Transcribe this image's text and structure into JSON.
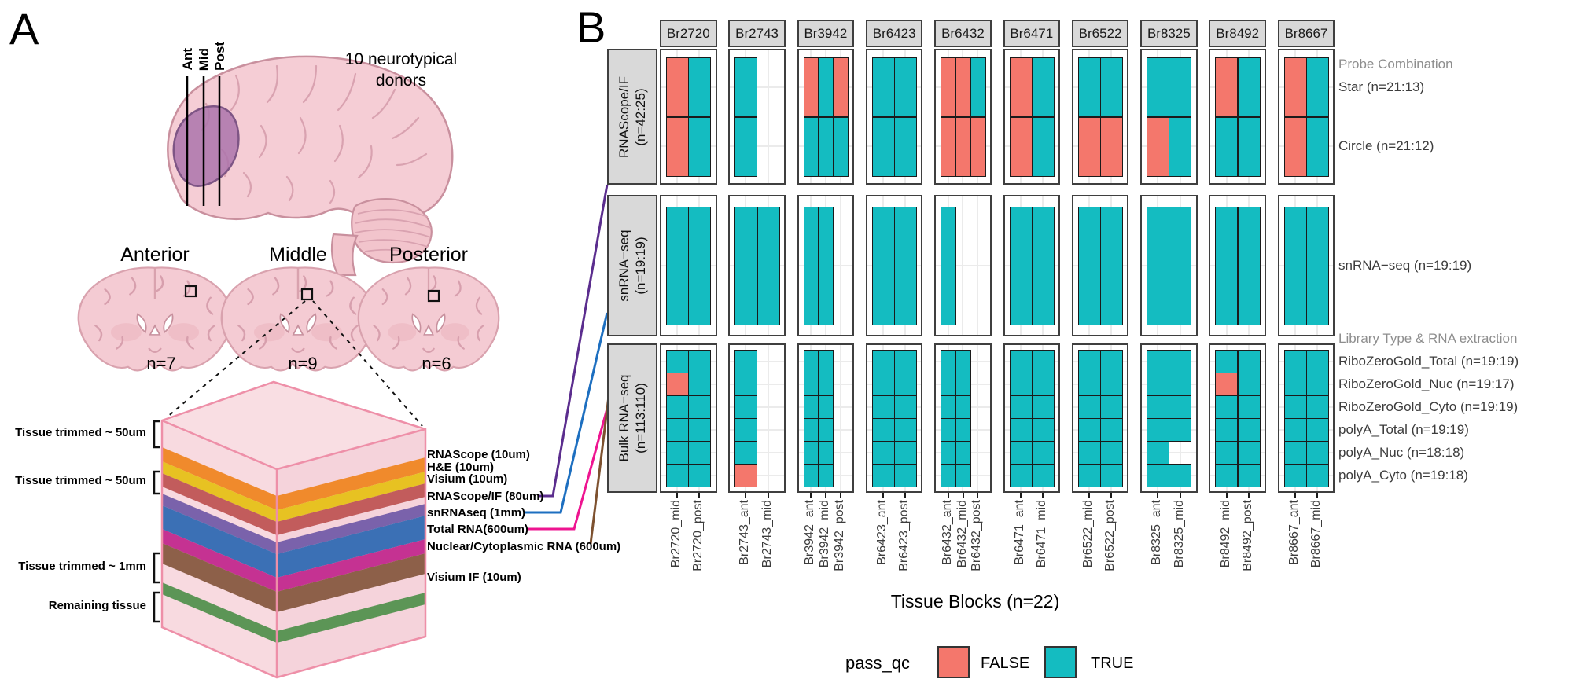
{
  "panelA": {
    "label": "A",
    "slice_markers": [
      "Ant",
      "Mid",
      "Post"
    ],
    "caption": {
      "line1": "10 neurotypical",
      "line2": "donors"
    },
    "sections": [
      {
        "title": "Anterior",
        "count": "n=7"
      },
      {
        "title": "Middle",
        "count": "n=9"
      },
      {
        "title": "Posterior",
        "count": "n=6"
      }
    ],
    "block_diagram": {
      "left_labels": [
        "Tissue trimmed ~ 50um",
        "Tissue trimmed ~ 50um",
        "Tissue trimmed ~ 1mm",
        "Remaining tissue"
      ],
      "layers": [
        {
          "name": "RNAScope (10um)",
          "color": "#F08A2C"
        },
        {
          "name": "H&E (10um)",
          "color": "#E7C222"
        },
        {
          "name": "Visium (10um)",
          "color": "#C25C5C"
        },
        {
          "name": "RNAScope/IF (80um)",
          "color": "#7A62AB"
        },
        {
          "name": "snRNAseq (1mm)",
          "color": "#3B70B5"
        },
        {
          "name": "Total RNA(600um)",
          "color": "#C53292"
        },
        {
          "name": "Nuclear/Cytoplasmic RNA (600um)",
          "color": "#8D6049"
        },
        {
          "name": "Visium IF (10um)",
          "color": "#5C9556"
        }
      ],
      "connector_colors": {
        "rnascope_if": "#5B2D8E",
        "snrnaseq": "#1D6FC0",
        "total_rna": "#EE1490",
        "nuclear_cyto": "#7D512F"
      }
    }
  },
  "panelB": {
    "label": "B",
    "colors": {
      "true_color": "#14BCC1",
      "false_color": "#F4776C"
    },
    "donors": [
      {
        "id": "Br2720",
        "blocks": [
          "Br2720_mid",
          "Br2720_post"
        ]
      },
      {
        "id": "Br2743",
        "blocks": [
          "Br2743_ant",
          "Br2743_mid"
        ]
      },
      {
        "id": "Br3942",
        "blocks": [
          "Br3942_ant",
          "Br3942_mid",
          "Br3942_post"
        ]
      },
      {
        "id": "Br6423",
        "blocks": [
          "Br6423_ant",
          "Br6423_post"
        ]
      },
      {
        "id": "Br6432",
        "blocks": [
          "Br6432_ant",
          "Br6432_mid",
          "Br6432_post"
        ]
      },
      {
        "id": "Br6471",
        "blocks": [
          "Br6471_ant",
          "Br6471_mid"
        ]
      },
      {
        "id": "Br6522",
        "blocks": [
          "Br6522_mid",
          "Br6522_post"
        ]
      },
      {
        "id": "Br8325",
        "blocks": [
          "Br8325_ant",
          "Br8325_mid"
        ]
      },
      {
        "id": "Br8492",
        "blocks": [
          "Br8492_mid",
          "Br8492_post"
        ]
      },
      {
        "id": "Br8667",
        "blocks": [
          "Br8667_ant",
          "Br8667_mid"
        ]
      }
    ],
    "facets": [
      {
        "strip": "RNAScope/IF",
        "strip_n": "(n=42:25)",
        "right_header": "Probe Combination",
        "rows": [
          {
            "label": "Star (n=21:13)",
            "values": [
              "F",
              "T",
              "T",
              null,
              "F",
              "T",
              "F",
              "T",
              "T",
              "F",
              "F",
              "T",
              "F",
              "T",
              "T",
              "T",
              "T",
              "T",
              "F",
              "T",
              "F",
              "T"
            ]
          },
          {
            "label": "Circle (n=21:12)",
            "values": [
              "F",
              "T",
              "T",
              null,
              "T",
              "T",
              "T",
              "T",
              "T",
              "F",
              "F",
              "F",
              "F",
              "T",
              "F",
              "F",
              "F",
              "T",
              "T",
              "T",
              "F",
              "T"
            ]
          }
        ]
      },
      {
        "strip": "snRNA−seq",
        "strip_n": "(n=19:19)",
        "right_header": null,
        "rows": [
          {
            "label": "snRNA−seq (n=19:19)",
            "values": [
              "T",
              "T",
              "T",
              "T",
              "T",
              "T",
              null,
              "T",
              "T",
              "T",
              null,
              null,
              "T",
              "T",
              "T",
              "T",
              "T",
              "T",
              "T",
              "T",
              "T",
              "T"
            ]
          }
        ]
      },
      {
        "strip": "Bulk RNA−seq",
        "strip_n": "(n=113:110)",
        "right_header": "Library Type & RNA extraction",
        "rows": [
          {
            "label": "RiboZeroGold_Total (n=19:19)",
            "values": [
              "T",
              "T",
              "T",
              null,
              "T",
              "T",
              null,
              "T",
              "T",
              "T",
              "T",
              null,
              "T",
              "T",
              "T",
              "T",
              "T",
              "T",
              "T",
              "T",
              "T",
              "T"
            ]
          },
          {
            "label": "RiboZeroGold_Nuc (n=19:17)",
            "values": [
              "F",
              "T",
              "T",
              null,
              "T",
              "T",
              null,
              "T",
              "T",
              "T",
              "T",
              null,
              "T",
              "T",
              "T",
              "T",
              "T",
              "T",
              "F",
              "T",
              "T",
              "T"
            ]
          },
          {
            "label": "RiboZeroGold_Cyto (n=19:19)",
            "values": [
              "T",
              "T",
              "T",
              null,
              "T",
              "T",
              null,
              "T",
              "T",
              "T",
              "T",
              null,
              "T",
              "T",
              "T",
              "T",
              "T",
              "T",
              "T",
              "T",
              "T",
              "T"
            ]
          },
          {
            "label": "polyA_Total (n=19:19)",
            "values": [
              "T",
              "T",
              "T",
              null,
              "T",
              "T",
              null,
              "T",
              "T",
              "T",
              "T",
              null,
              "T",
              "T",
              "T",
              "T",
              "T",
              "T",
              "T",
              "T",
              "T",
              "T"
            ]
          },
          {
            "label": "polyA_Nuc (n=18:18)",
            "values": [
              "T",
              "T",
              "T",
              null,
              "T",
              "T",
              null,
              "T",
              "T",
              "T",
              "T",
              null,
              "T",
              "T",
              "T",
              "T",
              "T",
              null,
              "T",
              "T",
              "T",
              "T"
            ]
          },
          {
            "label": "polyA_Cyto (n=19:18)",
            "values": [
              "T",
              "T",
              "F",
              null,
              "T",
              "T",
              null,
              "T",
              "T",
              "T",
              "T",
              null,
              "T",
              "T",
              "T",
              "T",
              "T",
              "T",
              "T",
              "T",
              "T",
              "T"
            ]
          }
        ]
      }
    ],
    "xaxis_title": "Tissue Blocks (n=22)",
    "legend": {
      "title": "pass_qc",
      "items": [
        {
          "label": "FALSE",
          "color_key": "false_color"
        },
        {
          "label": "TRUE",
          "color_key": "true_color"
        }
      ]
    }
  },
  "chart_data": {
    "type": "heatmap",
    "title": "pass_qc by tissue block and assay",
    "xlabel": "Tissue Blocks (n=22)",
    "legend": {
      "title": "pass_qc",
      "FALSE": "#F4776C",
      "TRUE": "#14BCC1"
    },
    "columns": [
      "Br2720_mid",
      "Br2720_post",
      "Br2743_ant",
      "Br2743_mid",
      "Br3942_ant",
      "Br3942_mid",
      "Br3942_post",
      "Br6423_ant",
      "Br6423_post",
      "Br6432_ant",
      "Br6432_mid",
      "Br6432_post",
      "Br6471_ant",
      "Br6471_mid",
      "Br6522_mid",
      "Br6522_post",
      "Br8325_ant",
      "Br8325_mid",
      "Br8492_mid",
      "Br8492_post",
      "Br8667_ant",
      "Br8667_mid"
    ],
    "row_groups": [
      "RNAScope/IF (n=42:25)",
      "snRNA−seq (n=19:19)",
      "Bulk RNA−seq (n=113:110)"
    ],
    "series": [
      {
        "group": "RNAScope/IF",
        "name": "Star (n=21:13)",
        "values": [
          "F",
          "T",
          "T",
          null,
          "F",
          "T",
          "F",
          "T",
          "T",
          "F",
          "F",
          "T",
          "F",
          "T",
          "T",
          "T",
          "T",
          "T",
          "F",
          "T",
          "F",
          "T"
        ]
      },
      {
        "group": "RNAScope/IF",
        "name": "Circle (n=21:12)",
        "values": [
          "F",
          "T",
          "T",
          null,
          "T",
          "T",
          "T",
          "T",
          "T",
          "F",
          "F",
          "F",
          "F",
          "T",
          "F",
          "F",
          "F",
          "T",
          "T",
          "T",
          "F",
          "T"
        ]
      },
      {
        "group": "snRNA−seq",
        "name": "snRNA−seq (n=19:19)",
        "values": [
          "T",
          "T",
          "T",
          "T",
          "T",
          "T",
          null,
          "T",
          "T",
          "T",
          null,
          null,
          "T",
          "T",
          "T",
          "T",
          "T",
          "T",
          "T",
          "T",
          "T",
          "T"
        ]
      },
      {
        "group": "Bulk RNA−seq",
        "name": "RiboZeroGold_Total (n=19:19)",
        "values": [
          "T",
          "T",
          "T",
          null,
          "T",
          "T",
          null,
          "T",
          "T",
          "T",
          "T",
          null,
          "T",
          "T",
          "T",
          "T",
          "T",
          "T",
          "T",
          "T",
          "T",
          "T"
        ]
      },
      {
        "group": "Bulk RNA−seq",
        "name": "RiboZeroGold_Nuc (n=19:17)",
        "values": [
          "F",
          "T",
          "T",
          null,
          "T",
          "T",
          null,
          "T",
          "T",
          "T",
          "T",
          null,
          "T",
          "T",
          "T",
          "T",
          "T",
          "T",
          "F",
          "T",
          "T",
          "T"
        ]
      },
      {
        "group": "Bulk RNA−seq",
        "name": "RiboZeroGold_Cyto (n=19:19)",
        "values": [
          "T",
          "T",
          "T",
          null,
          "T",
          "T",
          null,
          "T",
          "T",
          "T",
          "T",
          null,
          "T",
          "T",
          "T",
          "T",
          "T",
          "T",
          "T",
          "T",
          "T",
          "T"
        ]
      },
      {
        "group": "Bulk RNA−seq",
        "name": "polyA_Total (n=19:19)",
        "values": [
          "T",
          "T",
          "T",
          null,
          "T",
          "T",
          null,
          "T",
          "T",
          "T",
          "T",
          null,
          "T",
          "T",
          "T",
          "T",
          "T",
          "T",
          "T",
          "T",
          "T",
          "T"
        ]
      },
      {
        "group": "Bulk RNA−seq",
        "name": "polyA_Nuc (n=18:18)",
        "values": [
          "T",
          "T",
          "T",
          null,
          "T",
          "T",
          null,
          "T",
          "T",
          "T",
          "T",
          null,
          "T",
          "T",
          "T",
          "T",
          "T",
          null,
          "T",
          "T",
          "T",
          "T"
        ]
      },
      {
        "group": "Bulk RNA−seq",
        "name": "polyA_Cyto (n=19:18)",
        "values": [
          "T",
          "T",
          "F",
          null,
          "T",
          "T",
          null,
          "T",
          "T",
          "T",
          "T",
          null,
          "T",
          "T",
          "T",
          "T",
          "T",
          "T",
          "T",
          "T",
          "T",
          "T"
        ]
      }
    ]
  }
}
